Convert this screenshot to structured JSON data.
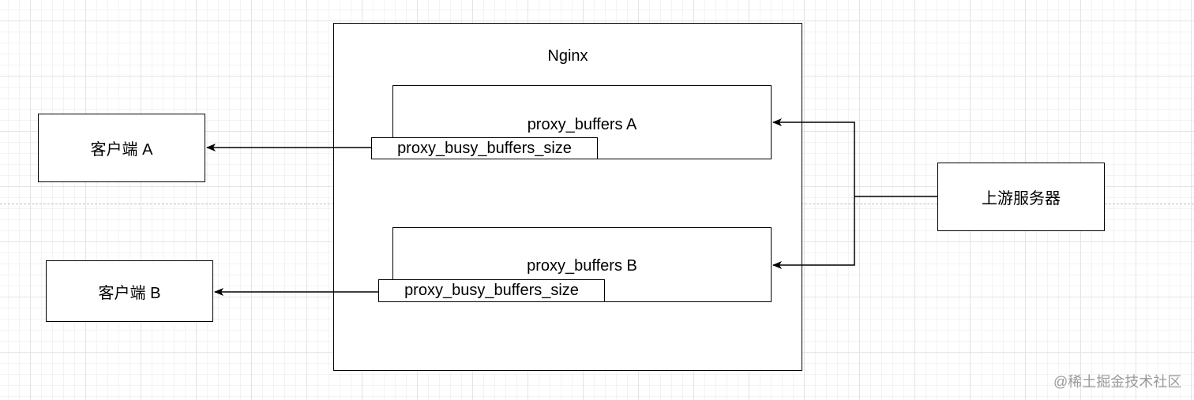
{
  "nginx": {
    "label": "Nginx"
  },
  "buffers": [
    {
      "label": "proxy_buffers A",
      "busy_label": "proxy_busy_buffers_size"
    },
    {
      "label": "proxy_buffers B",
      "busy_label": "proxy_busy_buffers_size"
    }
  ],
  "clients": [
    {
      "label": "客户端 A"
    },
    {
      "label": "客户端 B"
    }
  ],
  "upstream": {
    "label": "上游服务器"
  },
  "watermark": "@稀土掘金技术社区",
  "colors": {
    "line": "#000000",
    "grid": "#e4e4e4",
    "watermark": "#9a9a9a"
  }
}
